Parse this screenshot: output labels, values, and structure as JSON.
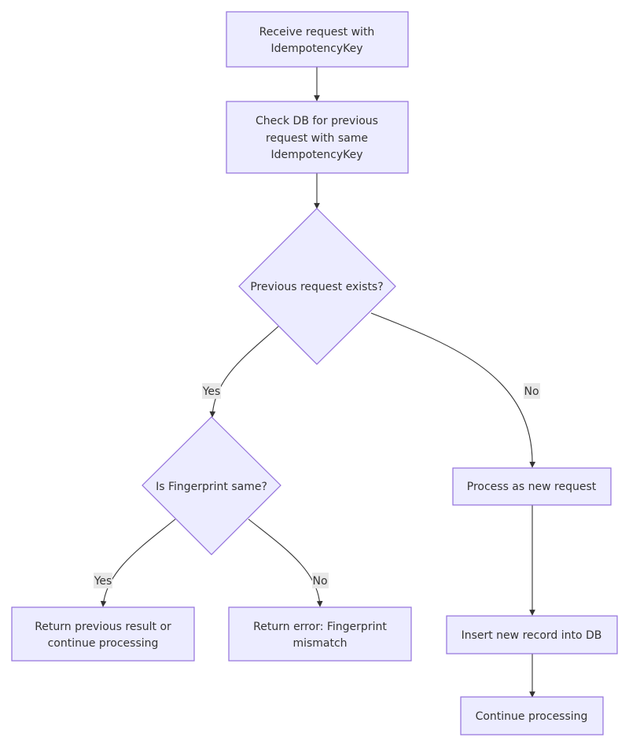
{
  "diagram": {
    "nodes": {
      "receive": {
        "lines": [
          "Receive request with",
          "IdempotencyKey"
        ]
      },
      "check_db": {
        "lines": [
          "Check DB for previous",
          "request with same",
          "IdempotencyKey"
        ]
      },
      "prev_exists": {
        "lines": [
          "Previous request exists?"
        ]
      },
      "fingerprint_same": {
        "lines": [
          "Is Fingerprint same?"
        ]
      },
      "return_prev": {
        "lines": [
          "Return previous result or",
          "continue processing"
        ]
      },
      "return_error": {
        "lines": [
          "Return error: Fingerprint",
          "mismatch"
        ]
      },
      "process_new": {
        "lines": [
          "Process as new request"
        ]
      },
      "insert_record": {
        "lines": [
          "Insert new record into DB"
        ]
      },
      "continue_processing": {
        "lines": [
          "Continue processing"
        ]
      }
    },
    "edge_labels": {
      "prev_yes": "Yes",
      "prev_no": "No",
      "fp_yes": "Yes",
      "fp_no": "No"
    },
    "colors": {
      "node_fill": "#ececff",
      "node_stroke": "#9370db",
      "edge": "#333333",
      "label_bg": "#e8e8e8"
    }
  }
}
